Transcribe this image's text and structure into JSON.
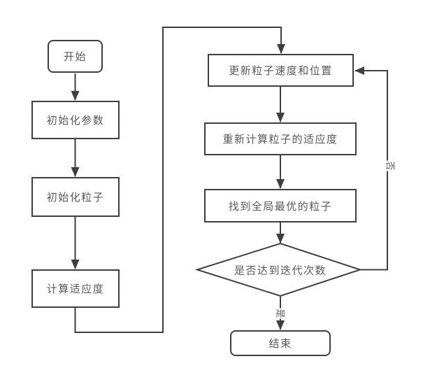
{
  "diagram": {
    "type": "flowchart",
    "nodes": {
      "start": {
        "label": "开始",
        "shape": "rounded-rect"
      },
      "init_params": {
        "label": "初始化参数",
        "shape": "rect"
      },
      "init_particles": {
        "label": "初始化粒子",
        "shape": "rect"
      },
      "calc_fitness": {
        "label": "计算适应度",
        "shape": "rect"
      },
      "update_velocity": {
        "label": "更新粒子速度和位置",
        "shape": "rect"
      },
      "recalc_fitness": {
        "label": "重新计算粒子的适应度",
        "shape": "rect"
      },
      "find_best": {
        "label": "找到全局最优的粒子",
        "shape": "rect"
      },
      "decision": {
        "label": "是否达到迭代次数",
        "shape": "diamond"
      },
      "end": {
        "label": "结束",
        "shape": "rounded-rect"
      }
    },
    "edge_labels": {
      "no": "否",
      "yes": "是"
    },
    "colors": {
      "stroke": "#3f3f3f",
      "text": "#595959",
      "background": "#ffffff"
    }
  }
}
